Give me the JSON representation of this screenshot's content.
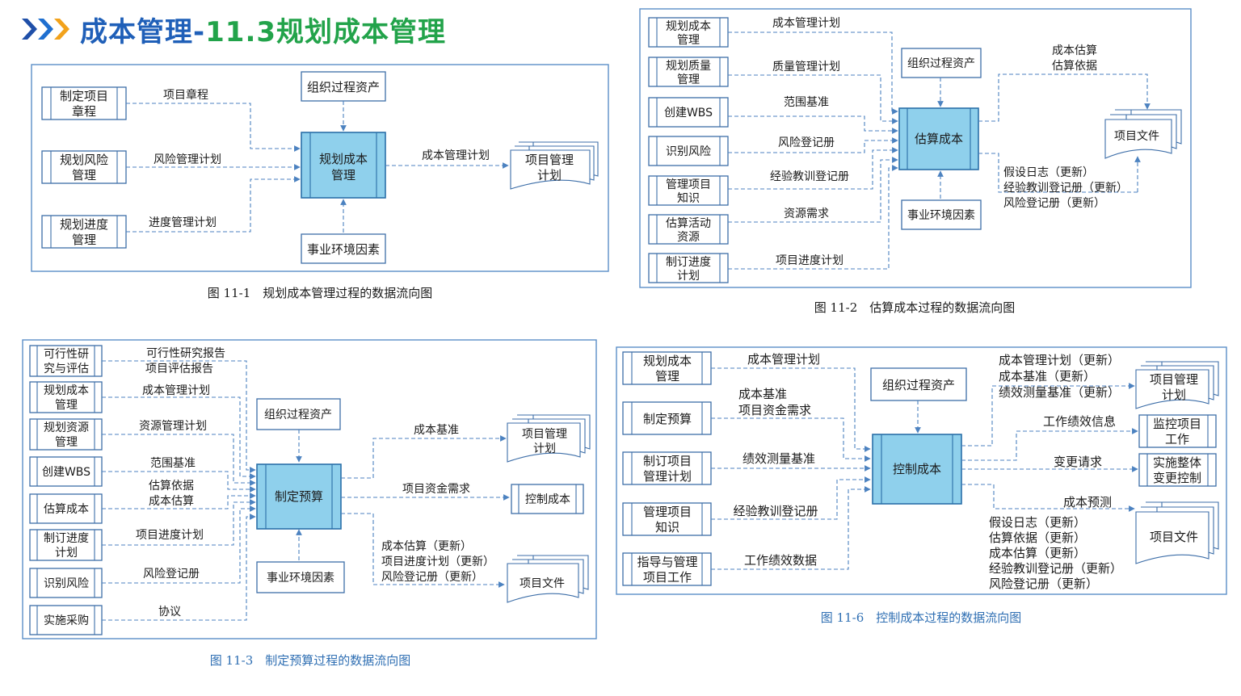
{
  "header": {
    "title_part1": "成本管理-",
    "title_part2": "11.3规划成本管理",
    "colors": {
      "title_blue": "#1f5fb8",
      "title_green": "#22a34a",
      "arrow_icon": "#1f6fd0"
    }
  },
  "fig1": {
    "caption": "图 11-1　规划成本管理过程的数据流向图",
    "inputs": [
      {
        "box": [
          "制定项目",
          "章程"
        ],
        "label": "项目章程"
      },
      {
        "box": [
          "规划风险",
          "管理"
        ],
        "label": "风险管理计划"
      },
      {
        "box": [
          "规划进度",
          "管理"
        ],
        "label": "进度管理计划"
      }
    ],
    "top": "组织过程资产",
    "bottom": "事业环境因素",
    "process": [
      "规划成本",
      "管理"
    ],
    "output_label": "成本管理计划",
    "output_doc": [
      "项目管理",
      "计划"
    ]
  },
  "fig2": {
    "caption": "图 11-2　估算成本过程的数据流向图",
    "inputs": [
      {
        "box": [
          "规划成本",
          "管理"
        ],
        "label": "成本管理计划"
      },
      {
        "box": [
          "规划质量",
          "管理"
        ],
        "label": "质量管理计划"
      },
      {
        "box": [
          "创建WBS"
        ],
        "label": "范围基准"
      },
      {
        "box": [
          "识别风险"
        ],
        "label": "风险登记册"
      },
      {
        "box": [
          "管理项目",
          "知识"
        ],
        "label": "经验教训登记册"
      },
      {
        "box": [
          "估算活动",
          "资源"
        ],
        "label": "资源需求"
      },
      {
        "box": [
          "制订进度",
          "计划"
        ],
        "label": "项目进度计划"
      }
    ],
    "top": "组织过程资产",
    "bottom": "事业环境因素",
    "process": [
      "估算成本"
    ],
    "out_top": [
      "成本估算",
      "估算依据"
    ],
    "out_bottom": [
      "假设日志（更新）",
      "经验教训登记册（更新）",
      "风险登记册（更新）"
    ],
    "output_doc": [
      "项目文件"
    ]
  },
  "fig3": {
    "caption": "图 11-3　制定预算过程的数据流向图",
    "inputs": [
      {
        "box": [
          "可行性研",
          "究与评估"
        ],
        "label": [
          "可行性研究报告",
          "项目评估报告"
        ]
      },
      {
        "box": [
          "规划成本",
          "管理"
        ],
        "label": [
          "成本管理计划"
        ]
      },
      {
        "box": [
          "规划资源",
          "管理"
        ],
        "label": [
          "资源管理计划"
        ]
      },
      {
        "box": [
          "创建WBS"
        ],
        "label": [
          "范围基准"
        ]
      },
      {
        "box": [
          "估算成本"
        ],
        "label": [
          "估算依据",
          "成本估算"
        ]
      },
      {
        "box": [
          "制订进度",
          "计划"
        ],
        "label": [
          "项目进度计划"
        ]
      },
      {
        "box": [
          "识别风险"
        ],
        "label": [
          "风险登记册"
        ]
      },
      {
        "box": [
          "实施采购"
        ],
        "label": [
          "协议"
        ]
      }
    ],
    "top": "组织过程资产",
    "bottom": "事业环境因素",
    "process": [
      "制定预算"
    ],
    "outputs": [
      {
        "label": [
          "成本基准"
        ],
        "target": [
          "项目管理",
          "计划"
        ]
      },
      {
        "label": [
          "项目资金需求"
        ],
        "target": [
          "控制成本"
        ]
      },
      {
        "label": [
          "成本估算（更新）",
          "项目进度计划（更新）",
          "风险登记册（更新）"
        ],
        "target": [
          "项目文件"
        ]
      }
    ]
  },
  "fig4": {
    "caption": "图 11-6　控制成本过程的数据流向图",
    "inputs": [
      {
        "box": [
          "规划成本",
          "管理"
        ],
        "label": [
          "成本管理计划"
        ]
      },
      {
        "box": [
          "制定预算"
        ],
        "label": [
          "成本基准",
          "项目资金需求"
        ]
      },
      {
        "box": [
          "制订项目",
          "管理计划"
        ],
        "label": [
          "绩效测量基准"
        ]
      },
      {
        "box": [
          "管理项目",
          "知识"
        ],
        "label": [
          "经验教训登记册"
        ]
      },
      {
        "box": [
          "指导与管理",
          "项目工作"
        ],
        "label": [
          "工作绩效数据"
        ]
      }
    ],
    "top": "组织过程资产",
    "process": [
      "控制成本"
    ],
    "outputs": [
      {
        "label": [
          "成本管理计划（更新）",
          "成本基准（更新）",
          "绩效测量基准（更新）"
        ],
        "target": [
          "项目管理",
          "计划"
        ]
      },
      {
        "label": [
          "工作绩效信息"
        ],
        "target": [
          "监控项目",
          "工作"
        ]
      },
      {
        "label": [
          "变更请求"
        ],
        "target": [
          "实施整体",
          "变更控制"
        ]
      },
      {
        "label": [
          "成本预测",
          "假设日志（更新）",
          "估算依据（更新）",
          "成本估算（更新）",
          "经验教训登记册（更新）",
          "风险登记册（更新）"
        ],
        "target": [
          "项目文件"
        ]
      }
    ]
  }
}
